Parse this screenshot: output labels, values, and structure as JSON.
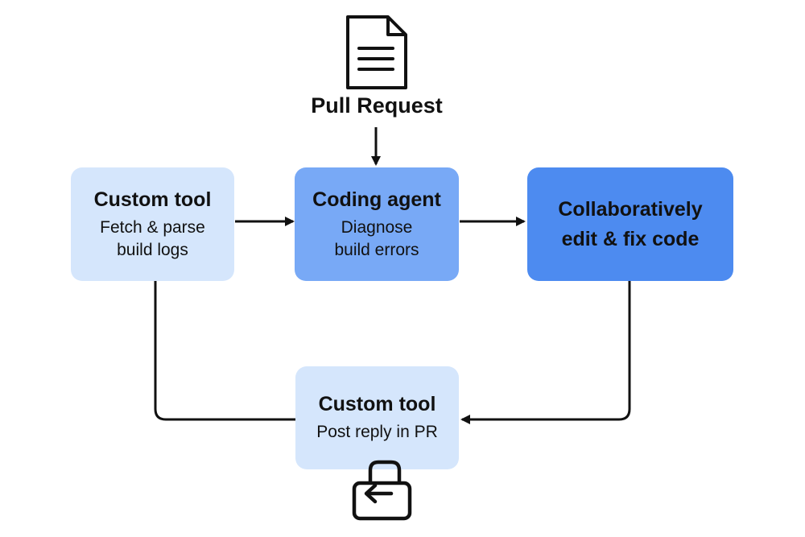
{
  "header": {
    "icon": "document-icon",
    "label": "Pull Request"
  },
  "nodes": {
    "fetch_tool": {
      "title": "Custom tool",
      "line1": "Fetch & parse",
      "line2": "build logs"
    },
    "coding_agent": {
      "title": "Coding agent",
      "line1": "Diagnose",
      "line2": "build errors"
    },
    "collab": {
      "line1": "Collaboratively",
      "line2": "edit & fix code"
    },
    "reply_tool": {
      "title": "Custom tool",
      "line1": "Post reply in PR"
    }
  },
  "footer": {
    "icon": "return-arrow-icon"
  },
  "colors": {
    "light_blue": "#d5e6fc",
    "mid_blue": "#78a9f6",
    "strong_blue": "#4d8bf0",
    "line": "#111111"
  }
}
